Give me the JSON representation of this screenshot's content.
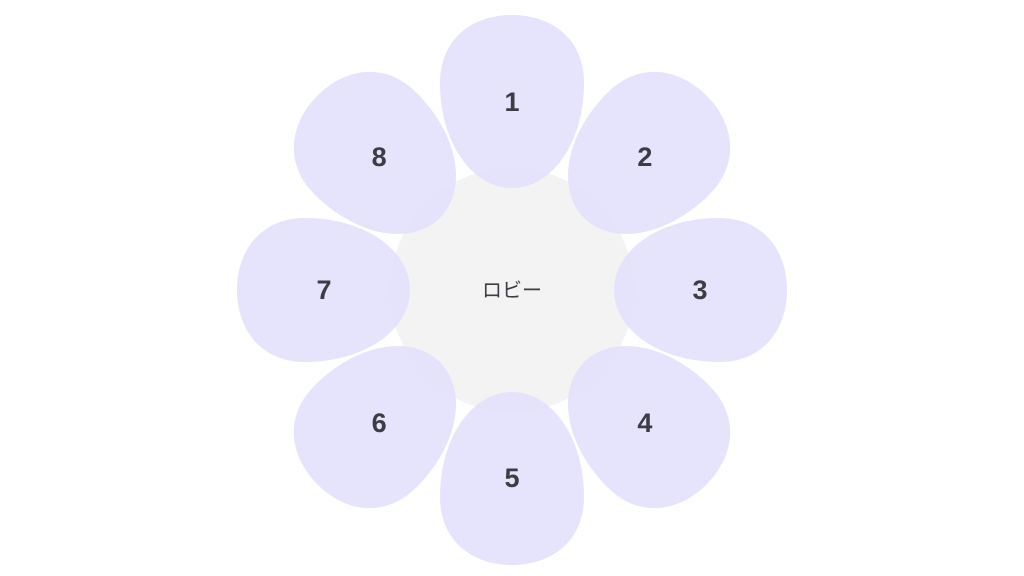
{
  "diagram": {
    "center": {
      "label": "ロビー"
    },
    "petals": [
      {
        "label": "1"
      },
      {
        "label": "2"
      },
      {
        "label": "3"
      },
      {
        "label": "4"
      },
      {
        "label": "5"
      },
      {
        "label": "6"
      },
      {
        "label": "7"
      },
      {
        "label": "8"
      }
    ],
    "colors": {
      "petal_fill": "#e3dffc",
      "center_fill": "#f3f3f3",
      "text": "#3c3c44"
    }
  }
}
